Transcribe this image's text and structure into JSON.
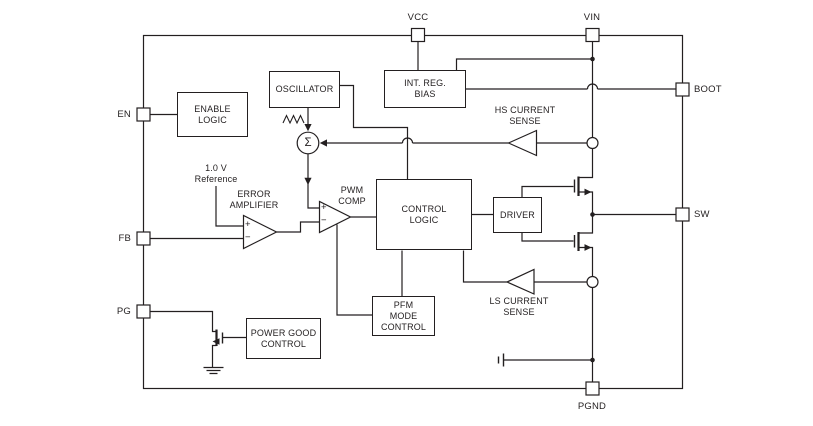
{
  "pins": {
    "vcc": "VCC",
    "vin": "VIN",
    "boot": "BOOT",
    "sw": "SW",
    "pgnd": "PGND",
    "en": "EN",
    "fb": "FB",
    "pg": "PG"
  },
  "blocks": {
    "enable_logic": "ENABLE\nLOGIC",
    "oscillator": "OSCILLATOR",
    "int_reg_bias": "INT. REG.\nBIAS",
    "control_logic": "CONTROL\nLOGIC",
    "driver": "DRIVER",
    "pfm_mode_control": "PFM\nMODE\nCONTROL",
    "power_good_control": "POWER GOOD\nCONTROL"
  },
  "labels": {
    "reference": "1.0 V\nReference",
    "error_amplifier": "ERROR\nAMPLIFIER",
    "pwm_comp": "PWM\nCOMP",
    "hs_current_sense": "HS CURRENT\nSENSE",
    "ls_current_sense": "LS CURRENT\nSENSE",
    "summing_symbol": "Σ",
    "plus_sign": "+",
    "minus_sign": "−"
  },
  "colors": {
    "line": "#231f20",
    "background": "#ffffff"
  }
}
